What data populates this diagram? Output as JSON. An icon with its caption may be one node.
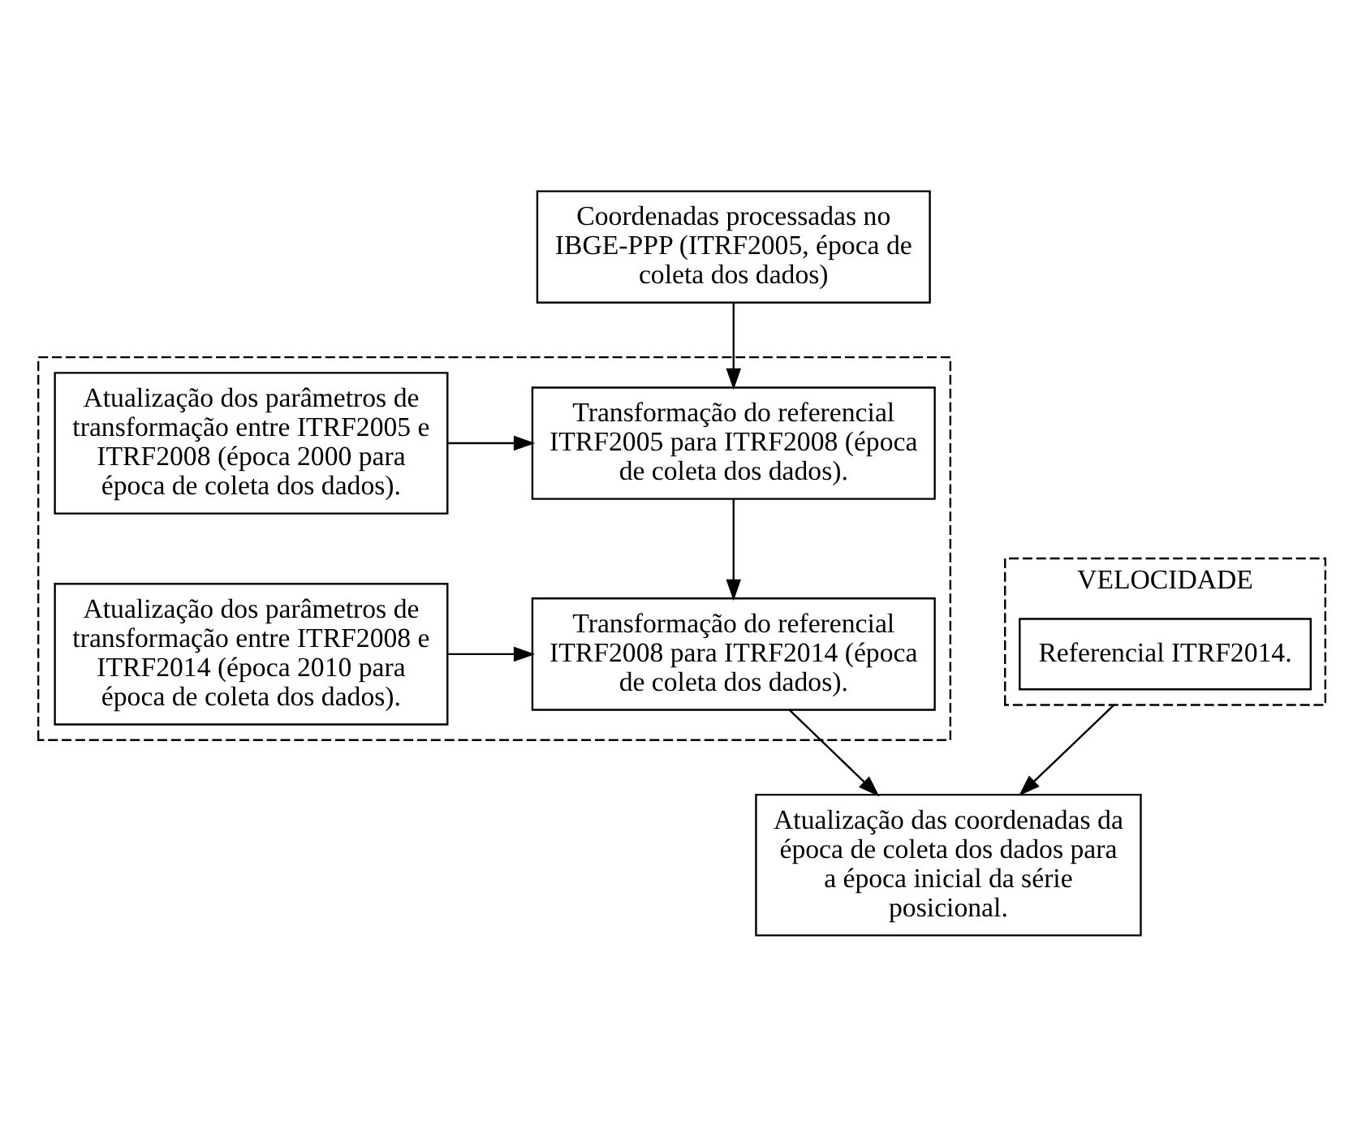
{
  "diagram": {
    "nodes": [
      {
        "text": [
          "Coordenadas processadas no IBGE-PPP (ITRF2005, época de coleta dos dados)"
        ]
      },
      {
        "text": [],
        "shape": "box"
      },
      {
        "text": [
          "Atualização dos parâmetros de transformação entre ITRF2005 e ITRF2008 (época 2000 para época de coleta dos dados)."
        ],
        "in": 1
      },
      {
        "text": [
          "Transformação do referencial ITRF2005 para ITRF2008 (época de coleta dos dados)."
        ],
        "in": 1
      },
      {
        "text": [
          "Atualização dos parâmetros de transformação entre ITRF2008 e ITRF2014 (época 2010 para época de coleta dos dados)."
        ],
        "in": 1
      },
      {
        "text": [
          "Transformação do referencial ITRF2008 para ITRF2014 (época de coleta dos dados)."
        ],
        "in": 1
      },
      {
        "text": [
          "VELOCIDADE"
        ]
      },
      {
        "text": [
          "Referencial ITRF2014."
        ],
        "in": 6
      },
      {
        "text": [
          "Atualização das coordenadas da época de coleta dos dados para a época inicial da série posicional."
        ]
      }
    ],
    "edges": [
      {
        "from": 0,
        "to": 3,
        "arrow": "to"
      },
      {
        "from": 2,
        "to": 3,
        "arrow": "to"
      },
      {
        "from": 3,
        "to": 5,
        "arrow": "to"
      },
      {
        "from": 4,
        "to": 5,
        "arrow": "to"
      },
      {
        "from": 5,
        "to": 8,
        "arrow": "to"
      },
      {
        "from": 6,
        "to": 8,
        "arrow": "to"
      }
    ]
  }
}
